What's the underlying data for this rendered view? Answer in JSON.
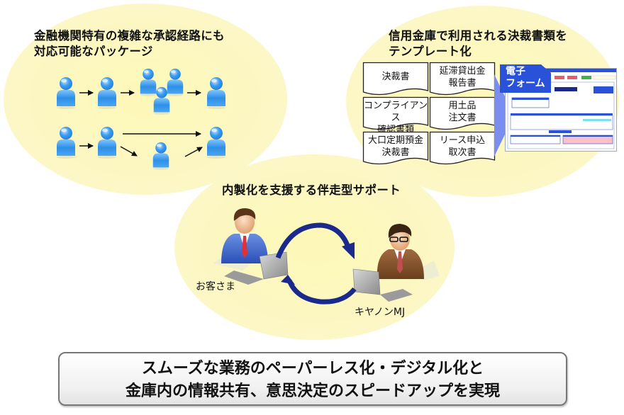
{
  "panels": {
    "approval": {
      "title_line1": "金融機関特有の複雑な承認経路にも",
      "title_line2": "対応可能なパッケージ"
    },
    "templates": {
      "title_line1": "信用金庫で利用される決裁書類を",
      "title_line2": "テンプレート化",
      "documents": [
        {
          "line1": "決裁書",
          "line2": ""
        },
        {
          "line1": "延滞貸出金",
          "line2": "報告書"
        },
        {
          "line1": "コンプライアンス",
          "line2": "確認書類"
        },
        {
          "line1": "用土品",
          "line2": "注文書"
        },
        {
          "line1": "大口定期預金",
          "line2": "決裁書"
        },
        {
          "line1": "リース申込",
          "line2": "取次書"
        }
      ],
      "eform_badge_line1": "電子",
      "eform_badge_line2": "フォーム"
    },
    "support": {
      "title": "内製化を支援する伴走型サポート",
      "customer_label": "お客さま",
      "provider_label": "キヤノンMJ"
    }
  },
  "summary": {
    "line1": "スムーズな業務のペーパーレス化・デジタル化と",
    "line2": "金庫内の情報共有、意思決定のスピードアップを実現"
  },
  "colors": {
    "ellipse_fill": "#fcf7c4",
    "person_blue": "#2f8fe6",
    "arrow_navy": "#1a2a8c",
    "eform_blue": "#2a52d8",
    "chevron_blue": "#7b8ef0"
  }
}
